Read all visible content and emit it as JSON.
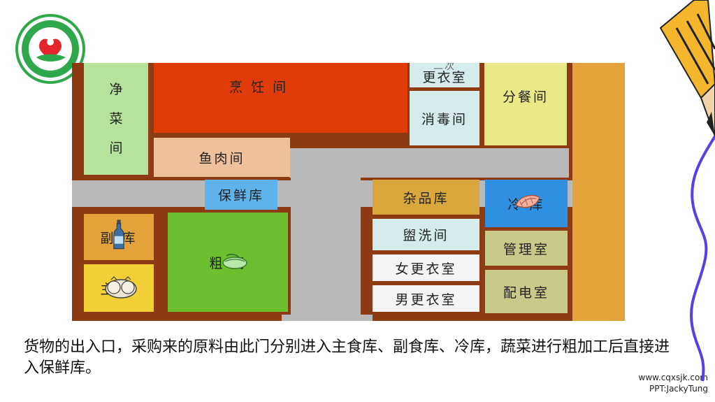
{
  "plan": {
    "rooms": {
      "jingcai_chars": [
        "净",
        "菜",
        "间"
      ],
      "pengren": "烹  饪  间",
      "ercigengyi": "二次",
      "gengyishi": "更衣室",
      "xiaodu": "消毒间",
      "fencan": "分餐间",
      "yurou": "鱼肉间",
      "baoxian": "保鲜库",
      "zapin": "杂品库",
      "lengku": "冷    库",
      "fushi": "副    库",
      "cujia": "粗      间",
      "zhushi": "主     库",
      "guanxi": "盥洗间",
      "nvgengyi": "女更衣室",
      "nangengyi": "男更衣室",
      "guanli": "管理室",
      "peidian": "配电室"
    }
  },
  "caption": "货物的出入口，采购来的原料由此门分别进入主食库、副食库、冷库，蔬菜进行粗加工后直接进入保鲜库。",
  "credit": {
    "site": "www.cqxsjk.com",
    "author": "PPT:JackyTung"
  },
  "colors": {
    "wall": "#8d3b12",
    "corridor": "#b9b9b9",
    "cooking": "#e03c0a",
    "green": "#b7e29c",
    "fish": "#eec19a",
    "teal": "#d6ecec",
    "yellow": "#e9e98a",
    "storage": "#d9a73b",
    "blue": "#2f8fe0",
    "khaki": "#c9c98a",
    "orange": "#e3a23a",
    "lime": "#6cc030",
    "border": "#d6a250"
  },
  "icons": [
    "school-logo-icon",
    "bottle-icon",
    "rice-sack-icon",
    "vegetable-icon",
    "meat-icon",
    "pencil-decoration-icon"
  ]
}
